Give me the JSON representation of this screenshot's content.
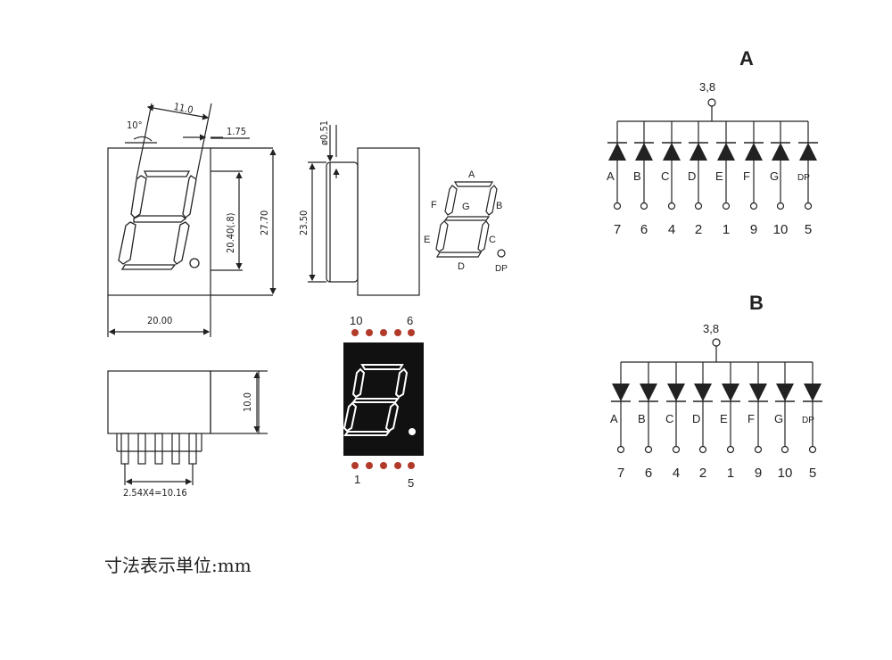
{
  "drawing": {
    "dims": {
      "segment_width": "11.0",
      "slant_angle": "10°",
      "offset": "1.75",
      "digit_height": "20.40(.8)",
      "overall_height": "27.70",
      "overall_width": "20.00",
      "side_height": "23.50",
      "pin_diameter": "ø0.51",
      "depth": "10.0",
      "pin_pitch": "2.54X4=10.16"
    },
    "segment_labels": {
      "a": "A",
      "b": "B",
      "c": "C",
      "d": "D",
      "e": "E",
      "f": "F",
      "g": "G",
      "dp": "DP"
    },
    "pin_top_left": "10",
    "pin_top_right": "6",
    "pin_bottom_left": "1",
    "pin_bottom_right": "5"
  },
  "schematics": [
    {
      "title": "A",
      "common_pins": "3,8",
      "segments": [
        "A",
        "B",
        "C",
        "D",
        "E",
        "F",
        "G",
        "DP"
      ],
      "pins": [
        "7",
        "6",
        "4",
        "2",
        "1",
        "9",
        "10",
        "5"
      ]
    },
    {
      "title": "B",
      "common_pins": "3,8",
      "segments": [
        "A",
        "B",
        "C",
        "D",
        "E",
        "F",
        "G",
        "DP"
      ],
      "pins": [
        "7",
        "6",
        "4",
        "2",
        "1",
        "9",
        "10",
        "5"
      ]
    }
  ],
  "caption": "寸法表示単位:mm",
  "colors": {
    "line": "#222222",
    "pin_dot": "#b23a2a",
    "display_body": "#111111",
    "segment_lit": "#ffffff"
  }
}
